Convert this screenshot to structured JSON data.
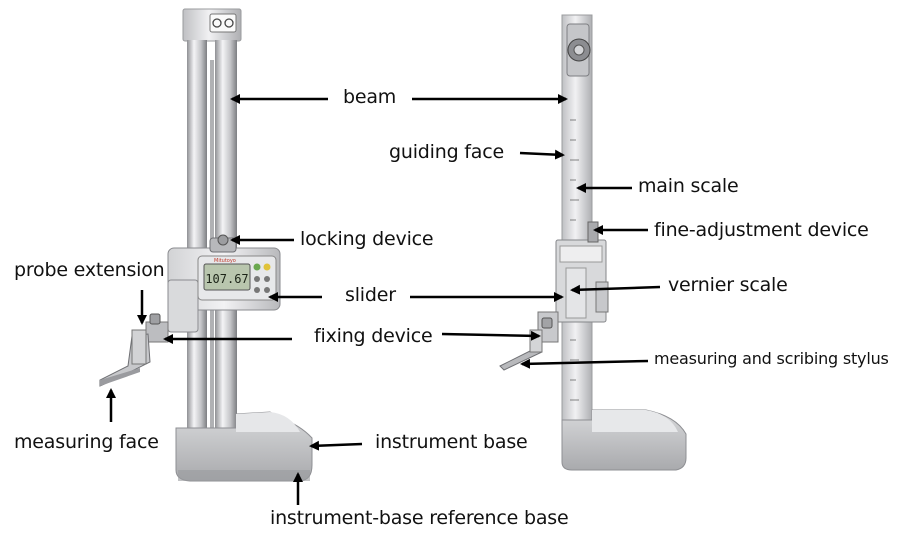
{
  "labels": {
    "beam": "beam",
    "guiding_face": "guiding face",
    "main_scale": "main scale",
    "fine_adjustment_device": "fine-adjustment device",
    "locking_device": "locking device",
    "probe_extension": "probe extension",
    "slider": "slider",
    "vernier_scale": "vernier scale",
    "fixing_device": "fixing device",
    "measuring_and_scribing_stylus": "measuring and scribing stylus",
    "measuring_face": "measuring face",
    "instrument_base": "instrument base",
    "instrument_base_reference_base": "instrument-base reference base"
  },
  "digital_display": {
    "reading": "107.67",
    "brand": "Mitutoyo"
  },
  "colors": {
    "metal_light": "#e8e8ea",
    "metal_mid": "#c9cacc",
    "metal_dark": "#8e8f93",
    "lcd": "#b9c6ae",
    "arrow": "#000000"
  }
}
